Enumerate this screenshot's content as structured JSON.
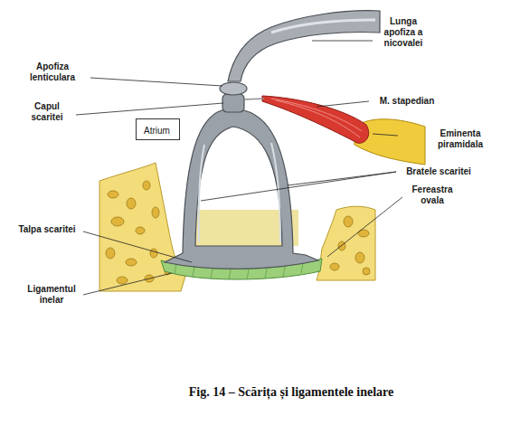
{
  "diagram": {
    "caption": "Fig. 14 – Scărița și ligamentele inelare",
    "nodes": [
      {
        "text": [
          "Atrium"
        ]
      }
    ],
    "labels": [
      "Lunga apofiza a nicovalei",
      "Apofiza lenticulara",
      "Capul scaritei",
      "M. stapedian",
      "Eminenta piramidala",
      "Bratele scaritei",
      "Fereastra ovala",
      "Talpa scaritei",
      "Ligamentul inelar"
    ]
  }
}
